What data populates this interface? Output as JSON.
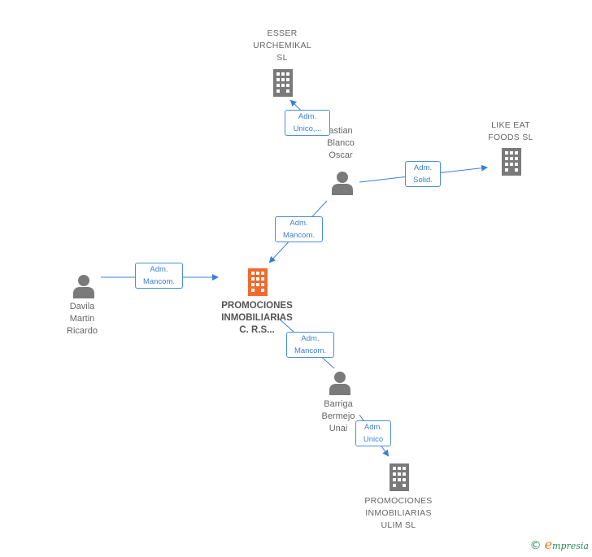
{
  "nodes": {
    "esser": {
      "lines": [
        "ESSER",
        "URCHEMIKAL",
        "SL"
      ]
    },
    "sebastian": {
      "lines": [
        "astian",
        "Blanco",
        "Oscar"
      ]
    },
    "likeeat": {
      "lines": [
        "LIKE EAT",
        "FOODS  SL"
      ]
    },
    "davila": {
      "lines": [
        "Davila",
        "Martin",
        "Ricardo"
      ]
    },
    "promociones_main": {
      "lines": [
        "PROMOCIONES",
        "INMOBILIARIAS",
        "C. R.S..."
      ]
    },
    "barriga": {
      "lines": [
        "Barriga",
        "Bermejo",
        "Unai"
      ]
    },
    "promociones_ulim": {
      "lines": [
        "PROMOCIONES",
        "INMOBILIARIAS",
        "ULIM  SL"
      ]
    }
  },
  "edges": {
    "sebastian_esser": {
      "lines": [
        "Adm.",
        "Unico,..."
      ]
    },
    "sebastian_likeeat": {
      "lines": [
        "Adm.",
        "Solid."
      ]
    },
    "sebastian_main": {
      "lines": [
        "Adm.",
        "Mancom."
      ]
    },
    "davila_main": {
      "lines": [
        "Adm.",
        "Mancom."
      ]
    },
    "barriga_main": {
      "lines": [
        "Adm.",
        "Mancom."
      ]
    },
    "barriga_ulim": {
      "lines": [
        "Adm.",
        "Unico"
      ]
    }
  },
  "icons": {
    "company": "building-icon",
    "person": "person-icon"
  },
  "colors": {
    "company": "#7a7a7a",
    "main_company": "#f26a2e",
    "person": "#7a7a7a",
    "edge": "#3a7fd9",
    "edge_label_text": "#3a7fcf"
  },
  "footer": {
    "copyright": "©",
    "brand_initial": "e",
    "brand_rest": "mpresia"
  }
}
